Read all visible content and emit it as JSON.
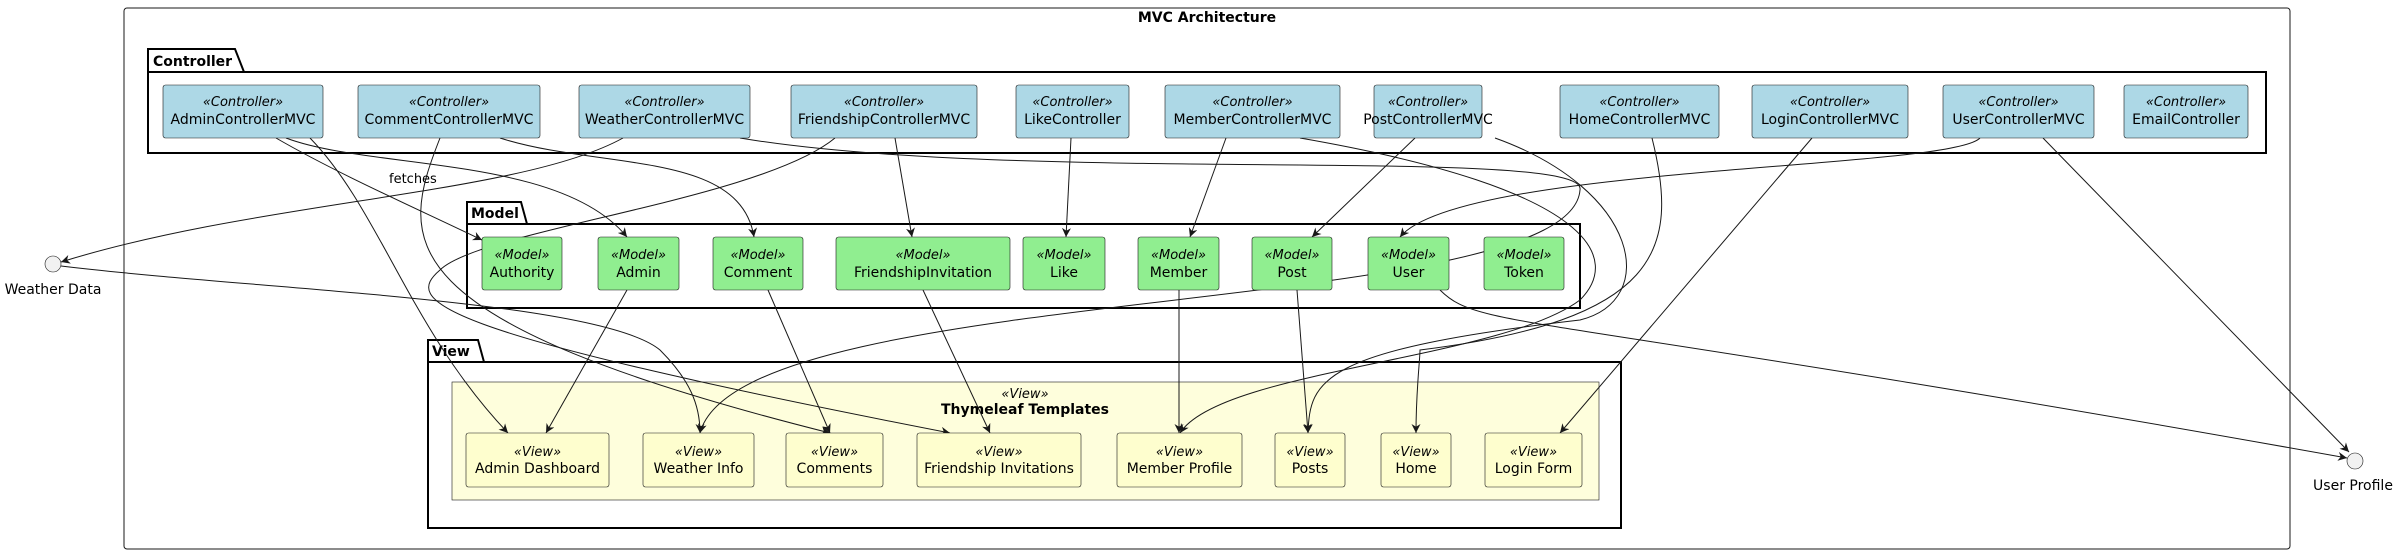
{
  "diagram": {
    "title": "MVC Architecture",
    "packages": {
      "controller": "Controller",
      "model": "Model",
      "view": "View"
    },
    "stereotypes": {
      "controller": "«Controller»",
      "model": "«Model»",
      "view": "«View»"
    },
    "controllers": [
      "AdminControllerMVC",
      "CommentControllerMVC",
      "WeatherControllerMVC",
      "FriendshipControllerMVC",
      "LikeController",
      "MemberControllerMVC",
      "PostControllerMVC",
      "HomeControllerMVC",
      "LoginControllerMVC",
      "UserControllerMVC",
      "EmailController"
    ],
    "models": [
      "Authority",
      "Admin",
      "Comment",
      "FriendshipInvitation",
      "Like",
      "Member",
      "Post",
      "User",
      "Token"
    ],
    "templates_group": "Thymeleaf Templates",
    "views": [
      "Admin Dashboard",
      "Weather Info",
      "Comments",
      "Friendship Invitations",
      "Member Profile",
      "Posts",
      "Home",
      "Login Form"
    ],
    "interfaces": {
      "weather": "Weather Data",
      "user_profile": "User Profile"
    },
    "edge_labels": {
      "fetches": "fetches"
    }
  }
}
